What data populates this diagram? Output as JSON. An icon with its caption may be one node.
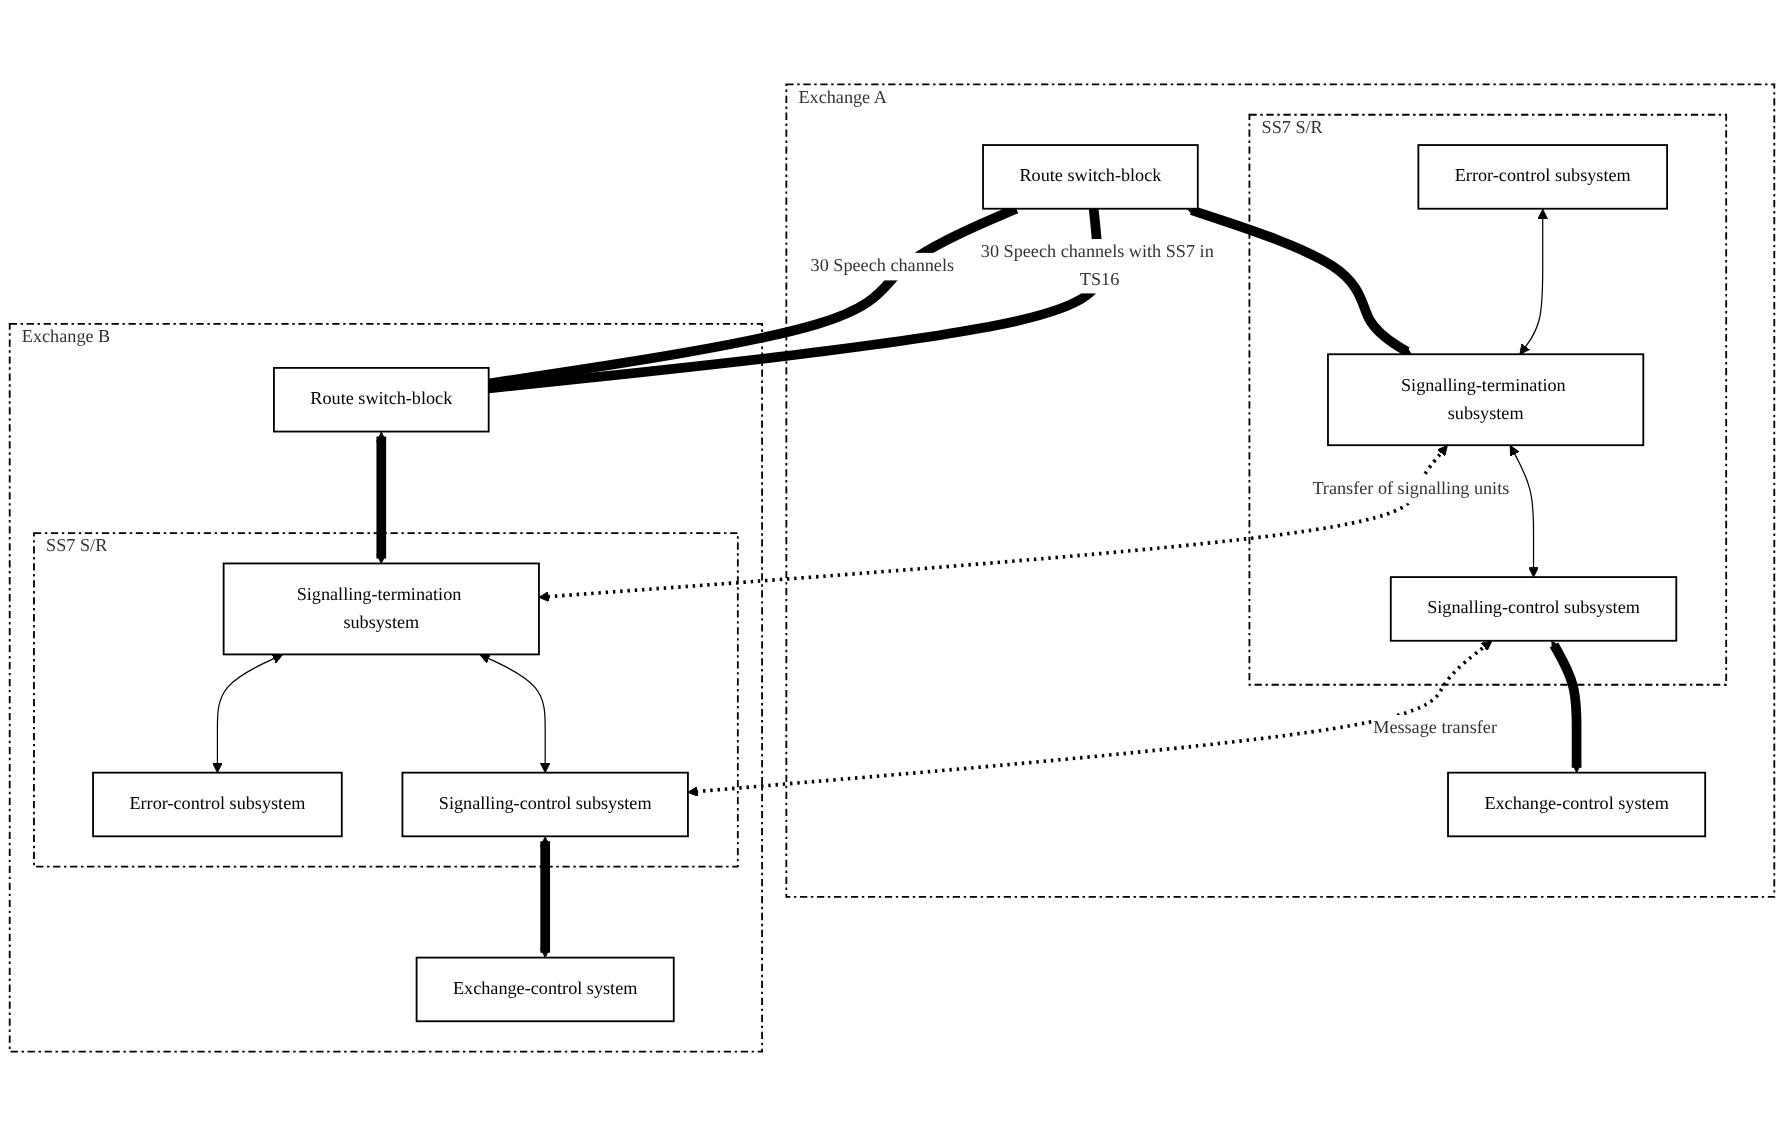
{
  "diagram": {
    "nodes": [
      {
        "text": [
          "Exchange A"
        ]
      },
      {
        "text": [
          "Route switch-block"
        ],
        "in": 0
      },
      {
        "text": [
          "SS7 S/R"
        ],
        "in": 0
      },
      {
        "text": [
          "Error-control subsystem"
        ],
        "in": 2
      },
      {
        "text": [
          "Signalling-termination subsystem"
        ],
        "in": 2
      },
      {
        "text": [
          "Signalling-control subsystem"
        ],
        "in": 2
      },
      {
        "text": [
          "Exchange-control system"
        ],
        "in": 0
      },
      {
        "text": [
          "Exchange B"
        ]
      },
      {
        "text": [
          "Route switch-block"
        ],
        "in": 7
      },
      {
        "text": [
          "SS7 S/R"
        ],
        "in": 7
      },
      {
        "text": [
          "Signalling-termination subsystem"
        ],
        "in": 9
      },
      {
        "text": [
          "Error-control subsystem"
        ],
        "in": 9
      },
      {
        "text": [
          "Signalling-control subsystem"
        ],
        "in": 9
      },
      {
        "text": [
          "Exchange-control system"
        ],
        "in": 7
      }
    ],
    "edges": [
      {
        "from": 1,
        "to": 8,
        "arrow": "none",
        "style": "thick",
        "label": "30 Speech channels"
      },
      {
        "from": 1,
        "to": 8,
        "arrow": "none",
        "style": "thick",
        "label": "30 Speech channels with SS7 in TS16"
      },
      {
        "from": 1,
        "to": 4,
        "arrow": "both",
        "style": "thick"
      },
      {
        "from": 3,
        "to": 4,
        "arrow": "both"
      },
      {
        "from": 4,
        "to": 5,
        "arrow": "both"
      },
      {
        "from": 5,
        "to": 6,
        "arrow": "both",
        "style": "thick"
      },
      {
        "from": 4,
        "to": 10,
        "arrow": "both",
        "style": "dashed",
        "label": "Transfer of signalling units"
      },
      {
        "from": 5,
        "to": 12,
        "arrow": "both",
        "style": "dashed",
        "label": "Message transfer"
      },
      {
        "from": 8,
        "to": 10,
        "arrow": "both",
        "style": "thick"
      },
      {
        "from": 10,
        "to": 11,
        "arrow": "both"
      },
      {
        "from": 10,
        "to": 12,
        "arrow": "both"
      },
      {
        "from": 12,
        "to": 13,
        "arrow": "both",
        "style": "thick"
      }
    ]
  }
}
